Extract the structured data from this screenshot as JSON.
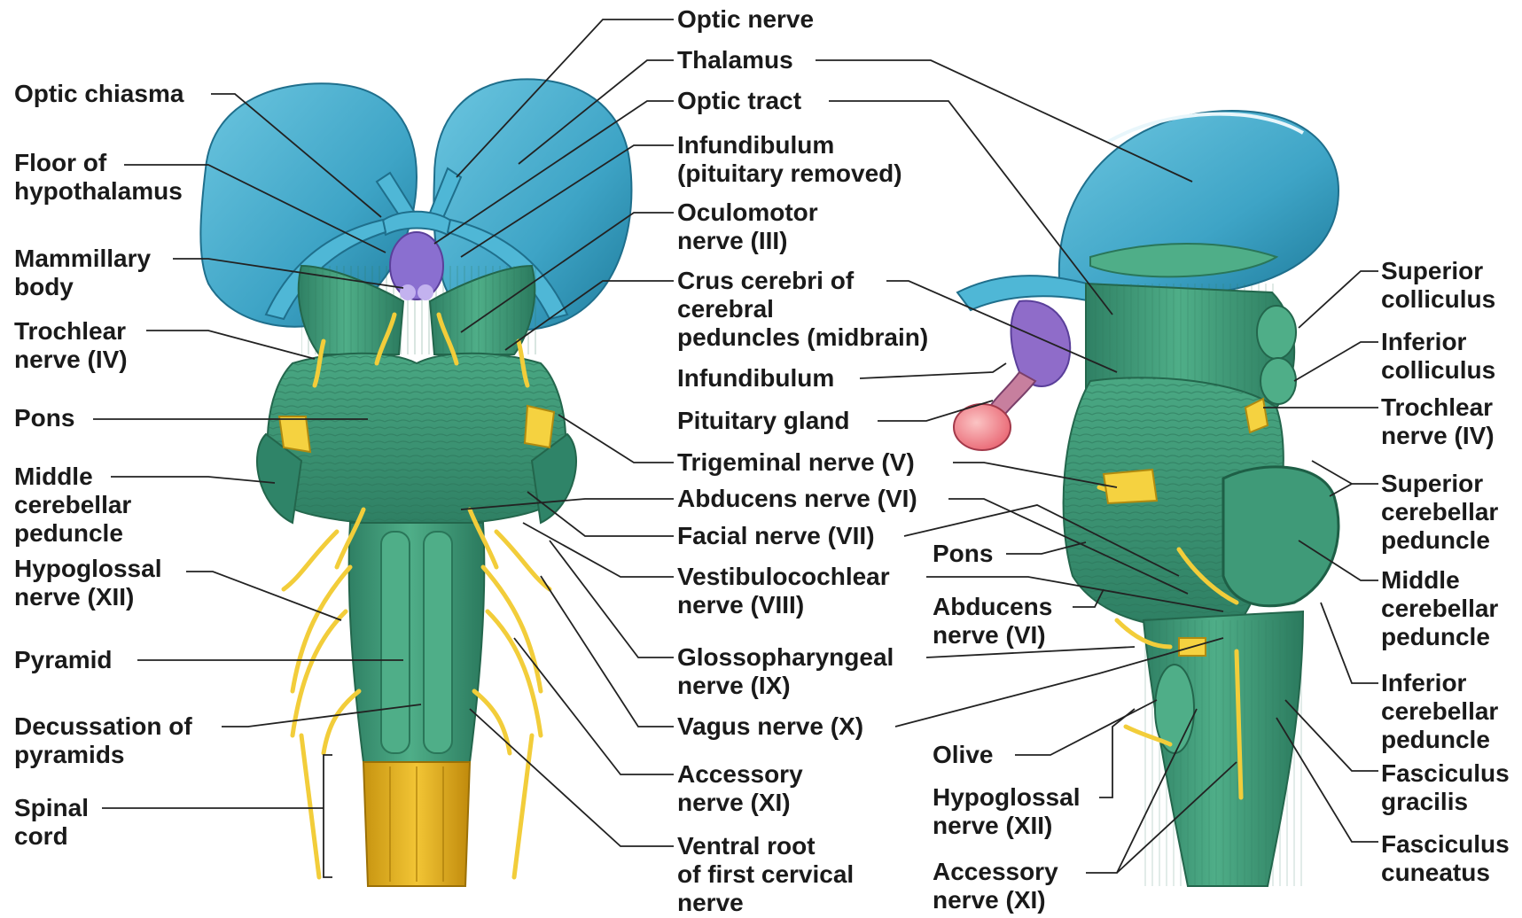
{
  "colors": {
    "diencephalon_blue": "#3fa9c9",
    "diencephalon_dark": "#1f7c9c",
    "brainstem_green": "#3e9a78",
    "brainstem_dark": "#236b52",
    "nerve_yellow": "#f5d240",
    "spinal_cord_gold": "#e2b21f",
    "pituitary_purple": "#8f6cc9",
    "pituitary_pink": "#f07a86",
    "leader_line": "#222222"
  },
  "ventral_view": {
    "left_labels": {
      "optic_chiasma": "Optic chiasma",
      "floor_of_hypothalamus": [
        "Floor of",
        "hypothalamus"
      ],
      "mammillary_body": [
        "Mammillary",
        "body"
      ],
      "trochlear_nerve": [
        "Trochlear",
        "nerve (IV)"
      ],
      "pons": "Pons",
      "middle_cerebellar_peduncle": [
        "Middle",
        "cerebellar",
        "peduncle"
      ],
      "hypoglossal_nerve": [
        "Hypoglossal",
        "nerve (XII)"
      ],
      "pyramid": "Pyramid",
      "decussation_of_pyramids": [
        "Decussation of",
        "pyramids"
      ],
      "spinal_cord": [
        "Spinal",
        "cord"
      ]
    }
  },
  "center_labels": {
    "optic_nerve": "Optic nerve",
    "thalamus": "Thalamus",
    "optic_tract": "Optic tract",
    "infundibulum_pituitary_removed": [
      "Infundibulum",
      "(pituitary removed)"
    ],
    "oculomotor_nerve": [
      "Oculomotor",
      "nerve (III)"
    ],
    "crus_cerebri": [
      "Crus cerebri of",
      "cerebral",
      "peduncles (midbrain)"
    ],
    "infundibulum": "Infundibulum",
    "pituitary_gland": "Pituitary gland",
    "trigeminal_nerve": "Trigeminal nerve (V)",
    "abducens_nerve": "Abducens nerve (VI)",
    "facial_nerve": "Facial nerve (VII)",
    "vestibulocochlear_nerve": [
      "Vestibulocochlear",
      "nerve (VIII)"
    ],
    "glossopharyngeal_nerve": [
      "Glossopharyngeal",
      "nerve (IX)"
    ],
    "vagus_nerve": "Vagus nerve (X)",
    "accessory_nerve": [
      "Accessory",
      "nerve (XI)"
    ],
    "ventral_root": [
      "Ventral root",
      "of first cervical",
      "nerve"
    ]
  },
  "lateral_view": {
    "inner_labels": {
      "pons": "Pons",
      "abducens": [
        "Abducens",
        "nerve (VI)"
      ],
      "olive": "Olive",
      "hypoglossal": [
        "Hypoglossal",
        "nerve (XII)"
      ],
      "accessory": [
        "Accessory",
        "nerve (XI)"
      ]
    },
    "right_labels": {
      "superior_colliculus": [
        "Superior",
        "colliculus"
      ],
      "inferior_colliculus": [
        "Inferior",
        "colliculus"
      ],
      "trochlear_nerve": [
        "Trochlear",
        "nerve (IV)"
      ],
      "superior_cerebellar_peduncle": [
        "Superior",
        "cerebellar",
        "peduncle"
      ],
      "middle_cerebellar_peduncle": [
        "Middle",
        "cerebellar",
        "peduncle"
      ],
      "inferior_cerebellar_peduncle": [
        "Inferior",
        "cerebellar",
        "peduncle"
      ],
      "fasciculus_gracilis": [
        "Fasciculus",
        "gracilis"
      ],
      "fasciculus_cuneatus": [
        "Fasciculus",
        "cuneatus"
      ]
    }
  }
}
